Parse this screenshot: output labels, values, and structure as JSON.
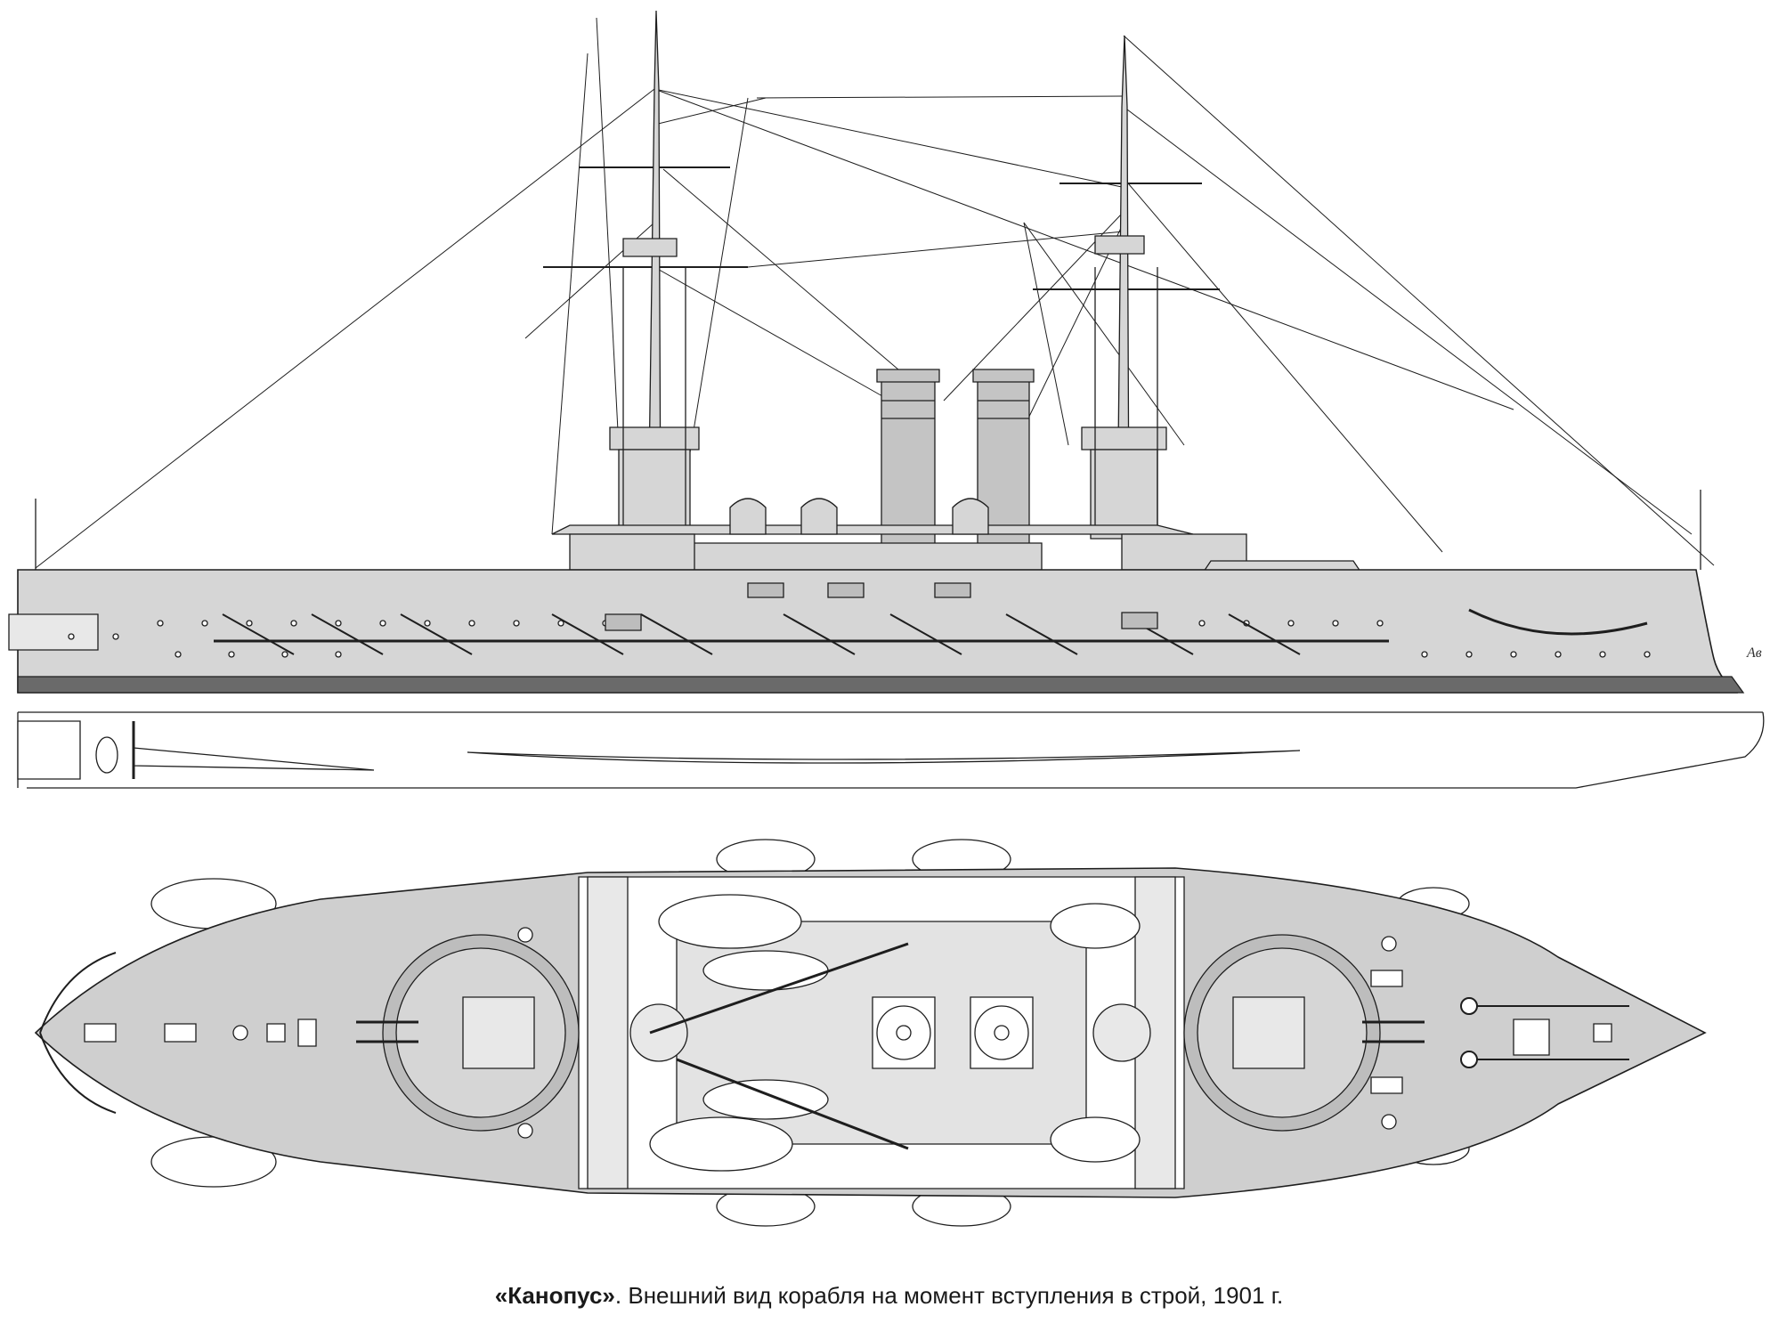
{
  "caption": {
    "title": "«Канопус»",
    "text": ". Внешний вид корабля на момент вступления в строй, 1901 г."
  },
  "signature": "Ав",
  "colors": {
    "hull_fill": "#d6d6d6",
    "deck_fill": "#cfcfcf",
    "boot_topping": "#6a6a6a",
    "line": "#1e1e1e",
    "boat_fill": "#ffffff",
    "background": "#ffffff"
  },
  "views": [
    {
      "id": "side-elevation"
    },
    {
      "id": "plan-view"
    }
  ]
}
